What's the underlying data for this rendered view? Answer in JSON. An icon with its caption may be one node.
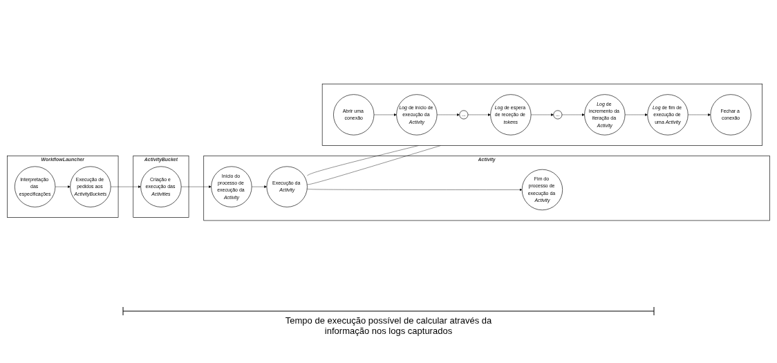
{
  "diagram": {
    "nodes": [
      {
        "text": [
          "WorkflowLauncher"
        ]
      },
      {
        "text": [
          "Interpretação das especificações"
        ],
        "in": 0
      },
      {
        "text": [
          "Execução de pedidos aos *ActivityBuckets*"
        ],
        "in": 0
      },
      {
        "text": [
          "ActivityBucket"
        ]
      },
      {
        "text": [
          "Criação e execução das *Activities*"
        ],
        "in": 3
      },
      {
        "text": [
          "Activity"
        ]
      },
      {
        "text": [
          "Início do processo de execução da *Activity*"
        ],
        "in": 5
      },
      {
        "text": [
          "Execução da *Activity*"
        ],
        "in": 5
      },
      {
        "text": [
          "Fim do processo de execução da *Activity*"
        ],
        "in": 5
      },
      {
        "text": [],
        "shape": "box"
      },
      {
        "text": [
          "Abrir uma conexão"
        ],
        "in": 9
      },
      {
        "text": [
          "*Log* de início de execução da *Activity*"
        ],
        "in": 9
      },
      {
        "text": [
          "..."
        ],
        "in": 9
      },
      {
        "text": [
          "*Log* de espera de receção de *tokens*"
        ],
        "in": 9
      },
      {
        "text": [
          "..."
        ],
        "in": 9
      },
      {
        "text": [
          "*Log* de incremento da iteração da *Activity*"
        ],
        "in": 9
      },
      {
        "text": [
          "*Log* de fim de execução de uma *Activity*"
        ],
        "in": 9
      },
      {
        "text": [
          "Fechar a conexão"
        ],
        "in": 9
      }
    ],
    "edges": [
      {
        "from": 1,
        "to": 2,
        "arrow": "to"
      },
      {
        "from": 2,
        "to": 4,
        "arrow": "to"
      },
      {
        "from": 4,
        "to": 6,
        "arrow": "to"
      },
      {
        "from": 6,
        "to": 7,
        "arrow": "to"
      },
      {
        "from": 7,
        "to": 8,
        "arrow": "to"
      },
      {
        "from": 7,
        "to": 9,
        "arrow": "none"
      },
      {
        "from": 7,
        "to": 9,
        "arrow": "none"
      },
      {
        "from": 10,
        "to": 11,
        "arrow": "to"
      },
      {
        "from": 11,
        "to": 12,
        "arrow": "to"
      },
      {
        "from": 12,
        "to": 13,
        "arrow": "to"
      },
      {
        "from": 13,
        "to": 14,
        "arrow": "to"
      },
      {
        "from": 14,
        "to": 15,
        "arrow": "to"
      },
      {
        "from": 15,
        "to": 16,
        "arrow": "to"
      },
      {
        "from": 16,
        "to": 17,
        "arrow": "to"
      }
    ],
    "labels": [
      "Tempo de execução possível de calcular através da informação nos logs capturados"
    ]
  }
}
